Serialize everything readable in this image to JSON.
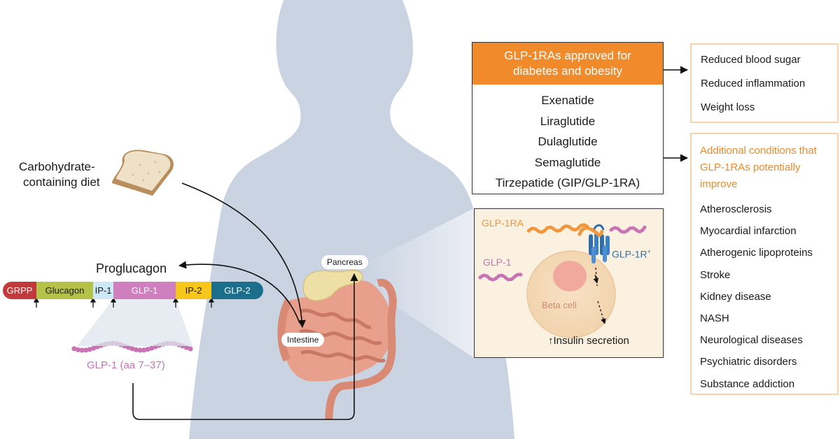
{
  "diet": {
    "line1": "Carbohydrate-",
    "line2": "containing diet"
  },
  "proglucagon": {
    "title": "Proglucagon",
    "segments": [
      {
        "label": "GRPP",
        "color": "#c0393b",
        "text_color": "#ffffff"
      },
      {
        "label": "Glucagon",
        "color": "#b5c24a",
        "text_color": "#1a1a1a"
      },
      {
        "label": "IP-1",
        "color": "#cde9f7",
        "text_color": "#1a1a1a"
      },
      {
        "label": "GLP-1",
        "color": "#cf7fbd",
        "text_color": "#ffffff"
      },
      {
        "label": "IP-2",
        "color": "#f6c61a",
        "text_color": "#1a1a1a"
      },
      {
        "label": "GLP-2",
        "color": "#1b6f8a",
        "text_color": "#ffffff"
      }
    ]
  },
  "glp1_peptide": {
    "label": "GLP-1 (aa 7–37)",
    "color": "#c874b4"
  },
  "organs": {
    "pancreas": "Pancreas",
    "intestine": "Intestine"
  },
  "approved": {
    "header_line1": "GLP-1RAs approved for",
    "header_line2": "diabetes and obesity",
    "drugs": [
      "Exenatide",
      "Liraglutide",
      "Dulaglutide",
      "Semaglutide",
      "Tirzepatide (GIP/GLP-1RA)"
    ]
  },
  "effects": [
    "Reduced blood sugar",
    "Reduced inflammation",
    "Weight loss"
  ],
  "conditions": {
    "title": "Additional conditions that GLP-1RAs potentially improve",
    "items": [
      "Atherosclerosis",
      "Myocardial infarction",
      "Atherogenic lipoproteins",
      "Stroke",
      "Kidney disease",
      "NASH",
      "Neurological diseases",
      "Psychiatric disorders",
      "Substance addiction"
    ]
  },
  "inset": {
    "glp1ra_label": "GLP-1RA",
    "glp1_label": "GLP-1",
    "receptor_label": "GLP-1R",
    "receptor_sup": "+",
    "beta_cell_label": "Beta cell",
    "insulin_arrow": "↑",
    "insulin_label": "Insulin secretion"
  },
  "colors": {
    "accent_orange": "#f08a2a",
    "silhouette": "#c9d3e2",
    "glp1_pink": "#c874b4",
    "glp1ra_orange": "#f0963c",
    "receptor_blue": "#2f6fb1"
  }
}
